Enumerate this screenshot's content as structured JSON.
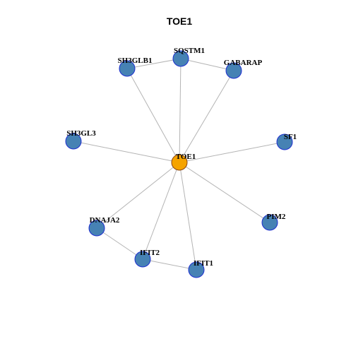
{
  "title": "TOE1",
  "colors": {
    "hub_fill": "#F5A300",
    "hub_stroke": "#8B4513",
    "node_fill": "#4682B4",
    "node_stroke": "#1E2FD0",
    "edge": "#B4B4B4"
  },
  "hub": "TOE1",
  "nodes": [
    "TOE1",
    "SQSTM1",
    "SH3GLB1",
    "GABARAP",
    "SH3GL3",
    "SF1",
    "DNAJA2",
    "PIM2",
    "IFIT2",
    "IFIT1"
  ],
  "edges": [
    [
      "TOE1",
      "SQSTM1"
    ],
    [
      "TOE1",
      "SH3GLB1"
    ],
    [
      "TOE1",
      "GABARAP"
    ],
    [
      "TOE1",
      "SH3GL3"
    ],
    [
      "TOE1",
      "SF1"
    ],
    [
      "TOE1",
      "DNAJA2"
    ],
    [
      "TOE1",
      "PIM2"
    ],
    [
      "TOE1",
      "IFIT2"
    ],
    [
      "TOE1",
      "IFIT1"
    ],
    [
      "SH3GLB1",
      "SQSTM1"
    ],
    [
      "SQSTM1",
      "GABARAP"
    ],
    [
      "DNAJA2",
      "IFIT2"
    ],
    [
      "IFIT2",
      "IFIT1"
    ]
  ]
}
